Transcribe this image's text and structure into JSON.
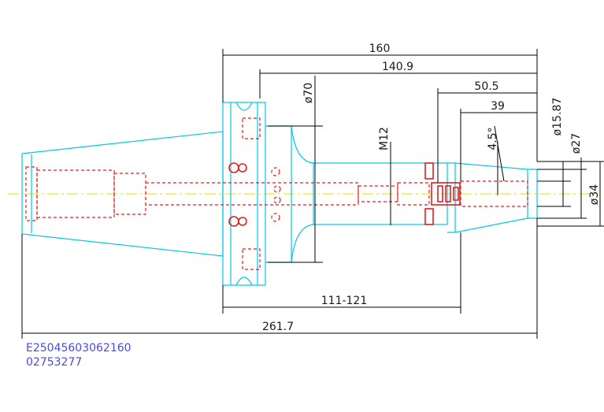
{
  "dimensions": {
    "overall_length": "160",
    "gauge_length": "140.9",
    "short_length": "50.5",
    "bore_depth": "39",
    "flange_dia": "ø70",
    "thread": "M12",
    "taper_angle": "4.5°",
    "tip_dia_small": "ø15.87",
    "tip_dia_mid": "ø27",
    "tip_dia_large": "ø34",
    "adjust_range": "111-121",
    "total_length": "261.7"
  },
  "codes": {
    "part_number": "E25045603062160",
    "item_number": "02753277"
  },
  "colors": {
    "outline": "#00c8e6",
    "hidden": "#e02020",
    "dimension": "#000000",
    "centerline": "#e6e600",
    "code_text": "#4a4ae6"
  }
}
